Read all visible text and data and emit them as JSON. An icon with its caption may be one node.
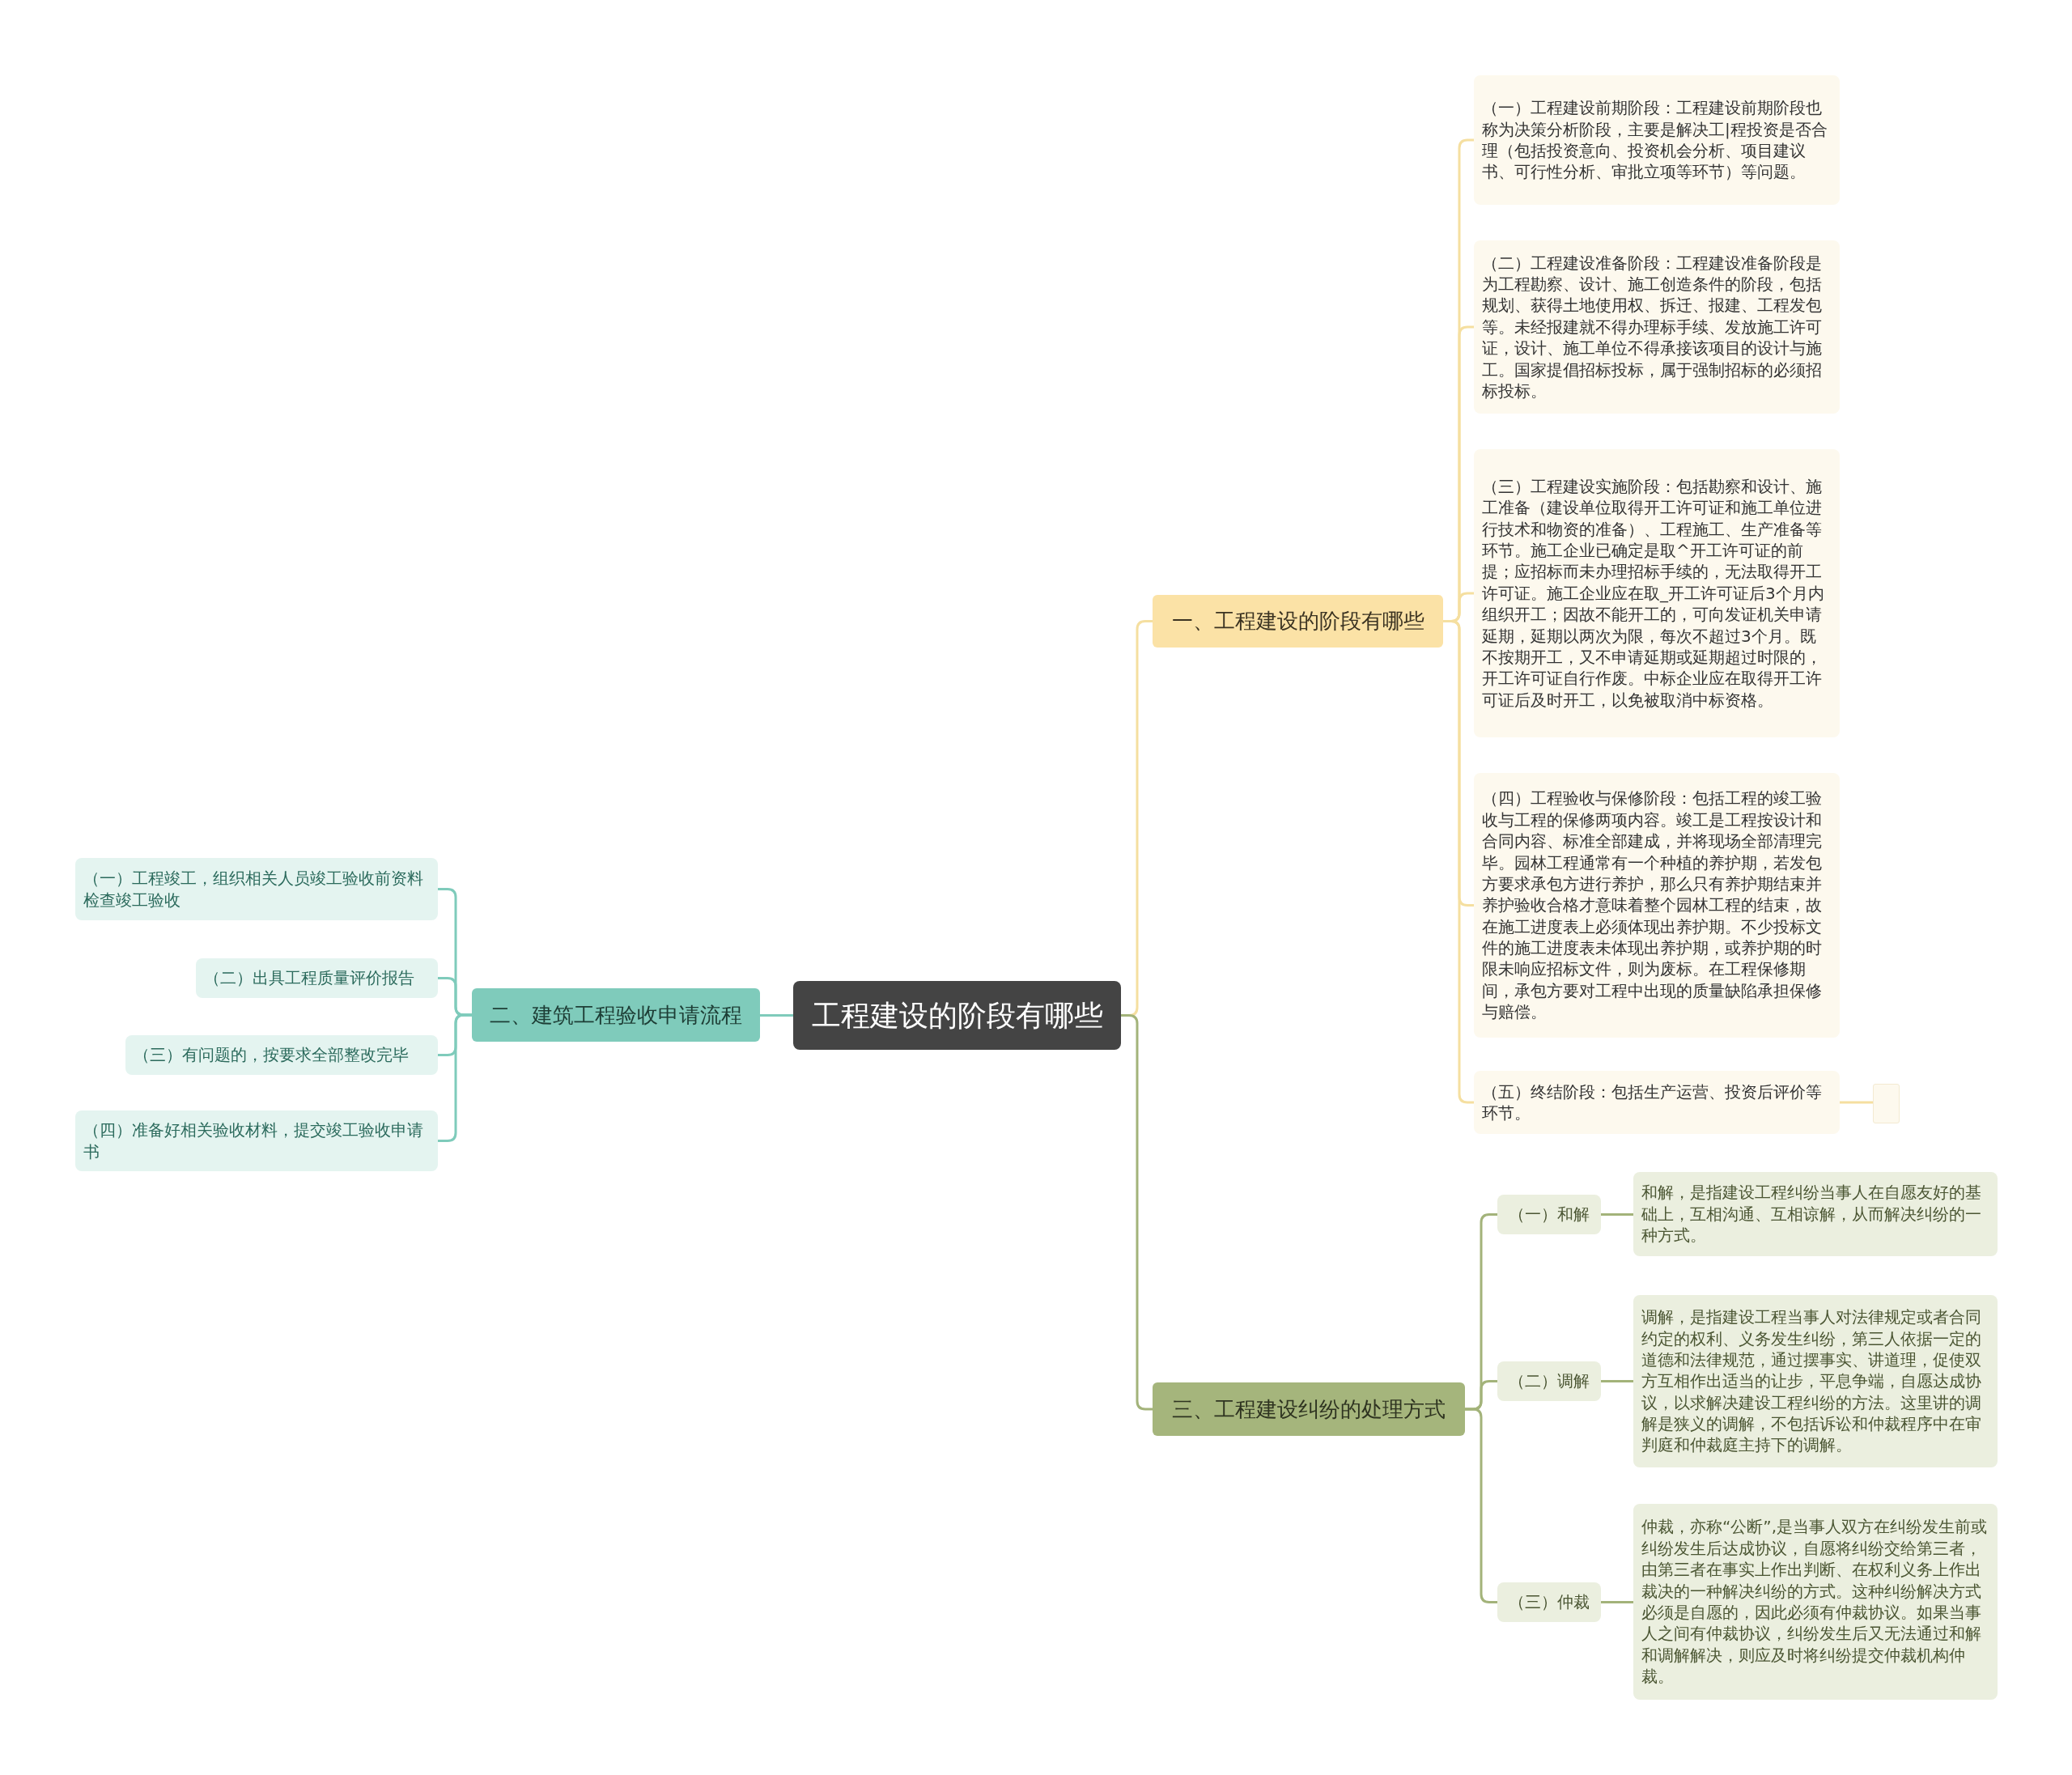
{
  "diagram": {
    "nodes": [
      {
        "text": [
          "工程建设的阶段有哪些"
        ]
      },
      {
        "text": [
          "一、工程建设的阶段有哪些"
        ]
      },
      {
        "text": [
          "（一）工程建设前期阶段：工程建设前期阶段也称为决策分析阶段，主要是解决工|程投资是否合理（包括投资意向、投资机会分析、项目建议书、可行性分析、审批立项等环节）等问题。"
        ]
      },
      {
        "text": [
          "（二）工程建设准备阶段：工程建设准备阶段是为工程勘察、设计、施工创造条件的阶段，包括规划、获得土地使用权、拆迁、报建、工程发包等。未经报建就不得办理标手续、发放施工许可证，设计、施工单位不得承接该项目的设计与施工。国家提倡招标投标，属于强制招标的必须招标投标。"
        ]
      },
      {
        "text": [
          "（三）工程建设实施阶段：包括勘察和设计、施工准备（建设单位取得开工许可证和施工单位进行技术和物资的准备）、工程施工、生产准备等环节。施工企业已确定是取^开工许可证的前提；应招标而未办理招标手续的，无法取得开工许可证。施工企业应在取_开工许可证后3个月内组织开工；因故不能开工的，可向发证机关申请延期，延期以两次为限，每次不超过3个月。既不按期开工，又不申请延期或延期超过时限的，开工许可证自行作废。中标企业应在取得开工许可证后及时开工，以免被取消中标资格。"
        ]
      },
      {
        "text": [
          "（四）工程验收与保修阶段：包括工程的竣工验收与工程的保修两项内容。竣工是工程按设计和合同内容、标准全部建成，并将现场全部清理完毕。园林工程通常有一个种植的养护期，若发包方要求承包方进行养护，那么只有养护期结束并养护验收合格才意味着整个园林工程的结束，故在施工进度表上必须体现出养护期。不少投标文件的施工进度表未体现出养护期，或养护期的时限未响应招标文件，则为废标。在工程保修期间，承包方要对工程中出现的质量缺陷承担保修与赔偿。"
        ]
      },
      {
        "text": [
          "（五）终结阶段：包括生产运营、投资后评价等环节。"
        ]
      },
      {
        "text": [],
        "shape": "box"
      },
      {
        "text": [
          "二、建筑工程验收申请流程"
        ]
      },
      {
        "text": [
          "（一）工程竣工，组织相关人员竣工验收前资料检查竣工验收"
        ]
      },
      {
        "text": [
          "（二）出具工程质量评价报告"
        ]
      },
      {
        "text": [
          "（三）有问题的，按要求全部整改完毕"
        ]
      },
      {
        "text": [
          "（四）准备好相关验收材料，提交竣工验收申请书"
        ]
      },
      {
        "text": [
          "三、工程建设纠纷的处理方式"
        ]
      },
      {
        "text": [
          "（一）和解"
        ]
      },
      {
        "text": [
          "和解，是指建设工程纠纷当事人在自愿友好的基础上，互相沟通、互相谅解，从而解决纠纷的一种方式。"
        ]
      },
      {
        "text": [
          "（二）调解"
        ]
      },
      {
        "text": [
          "调解，是指建设工程当事人对法律规定或者合同约定的权利、义务发生纠纷，第三人依据一定的道德和法律规范，通过摆事实、讲道理，促使双方互相作出适当的让步，平息争端，自愿达成协议，以求解决建设工程纠纷的方法。这里讲的调解是狭义的调解，不包括诉讼和仲裁程序中在审判庭和仲裁庭主持下的调解。"
        ]
      },
      {
        "text": [
          "（三）仲裁"
        ]
      },
      {
        "text": [
          "仲裁，亦称“公断”,是当事人双方在纠纷发生前或纠纷发生后达成协议，自愿将纠纷交给第三者，由第三者在事实上作出判断、在权利义务上作出裁决的一种解决纠纷的方式。这种纠纷解决方式必须是自愿的，因此必须有仲裁协议。如果当事人之间有仲裁协议，纠纷发生后又无法通过和解和调解解决，则应及时将纠纷提交仲裁机构仲裁。"
        ]
      }
    ],
    "edges": [
      {
        "from": 0,
        "to": 1,
        "arrow": "none",
        "color": "#f5dfa0"
      },
      {
        "from": 1,
        "to": 2,
        "arrow": "none",
        "color": "#f5dfa0"
      },
      {
        "from": 1,
        "to": 3,
        "arrow": "none",
        "color": "#f5dfa0"
      },
      {
        "from": 1,
        "to": 4,
        "arrow": "none",
        "color": "#f5dfa0"
      },
      {
        "from": 1,
        "to": 5,
        "arrow": "none",
        "color": "#f5dfa0"
      },
      {
        "from": 1,
        "to": 6,
        "arrow": "none",
        "color": "#f5dfa0"
      },
      {
        "from": 6,
        "to": 7,
        "arrow": "none",
        "color": "#f5dfa0"
      },
      {
        "from": 0,
        "to": 8,
        "arrow": "none",
        "color": "#7fcbbb"
      },
      {
        "from": 8,
        "to": 9,
        "arrow": "none",
        "color": "#7fcbbb"
      },
      {
        "from": 8,
        "to": 10,
        "arrow": "none",
        "color": "#7fcbbb"
      },
      {
        "from": 8,
        "to": 11,
        "arrow": "none",
        "color": "#7fcbbb"
      },
      {
        "from": 8,
        "to": 12,
        "arrow": "none",
        "color": "#7fcbbb"
      },
      {
        "from": 0,
        "to": 13,
        "arrow": "none",
        "color": "#a3b37a"
      },
      {
        "from": 13,
        "to": 14,
        "arrow": "none",
        "color": "#a3b37a"
      },
      {
        "from": 13,
        "to": 16,
        "arrow": "none",
        "color": "#a3b37a"
      },
      {
        "from": 13,
        "to": 18,
        "arrow": "none",
        "color": "#a3b37a"
      },
      {
        "from": 14,
        "to": 15,
        "arrow": "none",
        "color": "#a3b37a"
      },
      {
        "from": 16,
        "to": 17,
        "arrow": "none",
        "color": "#a3b37a"
      },
      {
        "from": 18,
        "to": 19,
        "arrow": "none",
        "color": "#a3b37a"
      }
    ]
  }
}
